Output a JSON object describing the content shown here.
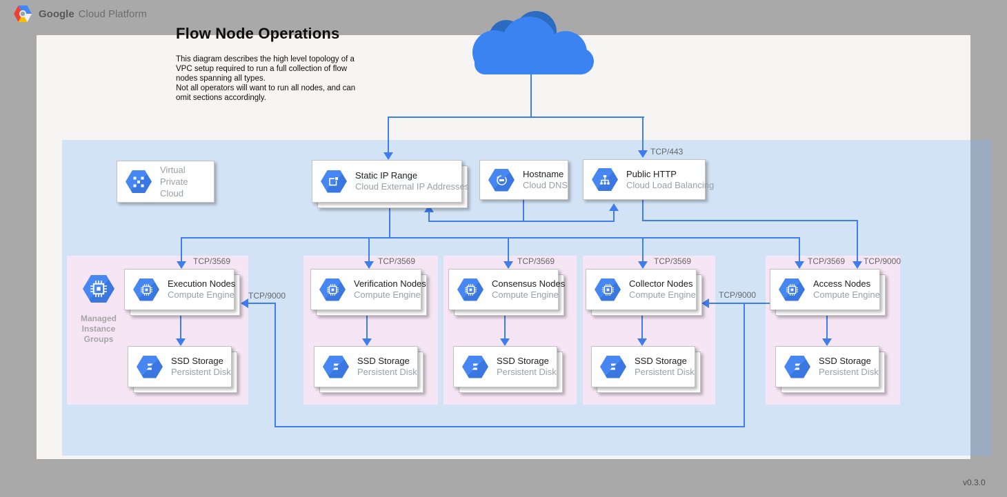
{
  "header": {
    "brand_bold": "Google",
    "brand_rest": "Cloud Platform"
  },
  "title": "Flow Node Operations",
  "description": "This diagram describes the high level topology of a\nVPC setup required to run a full collection of flow\nnodes spanning all types.\nNot all operators will want to run all nodes, and can\nomit sections accordingly.",
  "version": "v0.3.0",
  "top_cards": {
    "vpc": {
      "title": "Virtual\nPrivate Cloud",
      "icon": "virtual-private-cloud-hexagon"
    },
    "static_ip": {
      "title": "Static IP Range",
      "subtitle": "Cloud External IP Addresses",
      "icon": "external-ip-hexagon"
    },
    "hostname": {
      "title": "Hostname",
      "subtitle": "Cloud DNS",
      "icon": "cloud-dns-hexagon"
    },
    "public_http": {
      "title": "Public HTTP",
      "subtitle": "Cloud Load Balancing",
      "icon": "cloud-load-balancing-hexagon"
    }
  },
  "mig": {
    "label": "Managed\nInstance\nGroups",
    "icon": "compute-engine-hexagon"
  },
  "ports": {
    "cloud_to_lb": "TCP/443",
    "lb_to_access": "TCP/9000",
    "access_to_execution": "TCP/9000",
    "access_to_collector": "TCP/9000"
  },
  "sections": [
    {
      "name": "execution",
      "port": "TCP/3569",
      "compute": {
        "title": "Execution Nodes",
        "subtitle": "Compute Engine"
      },
      "storage": {
        "title": "SSD Storage",
        "subtitle": "Persistent Disk"
      }
    },
    {
      "name": "verification",
      "port": "TCP/3569",
      "compute": {
        "title": "Verification Nodes",
        "subtitle": "Compute Engine"
      },
      "storage": {
        "title": "SSD Storage",
        "subtitle": "Persistent Disk"
      }
    },
    {
      "name": "consensus",
      "port": "TCP/3569",
      "compute": {
        "title": "Consensus Nodes",
        "subtitle": "Compute Engine"
      },
      "storage": {
        "title": "SSD Storage",
        "subtitle": "Persistent Disk"
      }
    },
    {
      "name": "collector",
      "port": "TCP/3569",
      "compute": {
        "title": "Collector Nodes",
        "subtitle": "Compute Engine"
      },
      "storage": {
        "title": "SSD Storage",
        "subtitle": "Persistent Disk"
      }
    },
    {
      "name": "access",
      "port": "TCP/3569",
      "port2": "TCP/9000",
      "compute": {
        "title": "Access Nodes",
        "subtitle": "Compute Engine"
      },
      "storage": {
        "title": "SSD Storage",
        "subtitle": "Persistent Disk"
      }
    }
  ],
  "colors": {
    "window_gray": "#a9a9a9",
    "page_white": "#f6f5f3",
    "vpc_fill": "#dcebfb",
    "node_zone_fill": "#f6e5f4",
    "edge_blue": "#3e7df0",
    "icon_blue": "#4285f4",
    "cloud_light": "#3c83f2",
    "cloud_dark": "#2d6bc0"
  }
}
